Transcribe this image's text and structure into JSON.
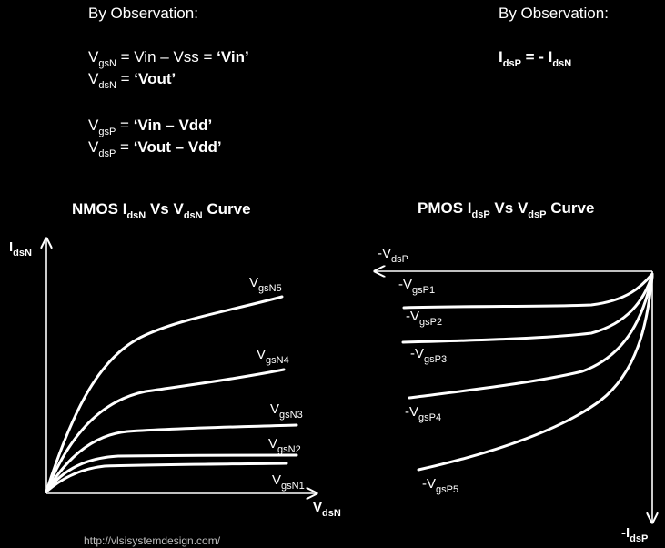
{
  "left_heading": "By Observation:",
  "right_heading": "By Observation:",
  "equations": {
    "vgsn": {
      "base": "V",
      "sub": "gsN",
      "rest": " = Vin – Vss = ",
      "bold": "‘Vin’"
    },
    "vdsn": {
      "base": "V",
      "sub": "dsN",
      "rest": " = ",
      "bold": "‘Vout’"
    },
    "vgsp": {
      "base": "V",
      "sub": "gsP",
      "rest": " = ",
      "bold": "‘Vin – Vdd’"
    },
    "vdsp": {
      "base": "V",
      "sub": "dsP",
      "rest": " = ",
      "bold": "‘Vout – Vdd’"
    },
    "idsp": {
      "base1": "I",
      "sub1": "dsP",
      "mid": " = - I",
      "sub2": "dsN"
    }
  },
  "nmos": {
    "title": {
      "t1": "NMOS I",
      "s1": "dsN",
      "t2": " Vs V",
      "s2": "dsN",
      "t3": " Curve"
    },
    "y_axis": {
      "base": "I",
      "sub": "dsN"
    },
    "x_axis": {
      "base": "V",
      "sub": "dsN"
    },
    "curves": [
      {
        "base": "V",
        "sub": "gsN5"
      },
      {
        "base": "V",
        "sub": "gsN4"
      },
      {
        "base": "V",
        "sub": "gsN3"
      },
      {
        "base": "V",
        "sub": "gsN2"
      },
      {
        "base": "V",
        "sub": "gsN1"
      }
    ]
  },
  "pmos": {
    "title": {
      "t1": "PMOS I",
      "s1": "dsP",
      "t2": " Vs V",
      "s2": "dsP",
      "t3": " Curve"
    },
    "x_axis": {
      "base": "-V",
      "sub": "dsP"
    },
    "y_axis": {
      "base": "-I",
      "sub": "dsP"
    },
    "curves": [
      {
        "base": "-V",
        "sub": "gsP1"
      },
      {
        "base": "-V",
        "sub": "gsP2"
      },
      {
        "base": "-V",
        "sub": "gsP3"
      },
      {
        "base": "-V",
        "sub": "gsP4"
      },
      {
        "base": "-V",
        "sub": "gsP5"
      }
    ]
  },
  "source_url": "http://vlsisystemdesign.com/"
}
